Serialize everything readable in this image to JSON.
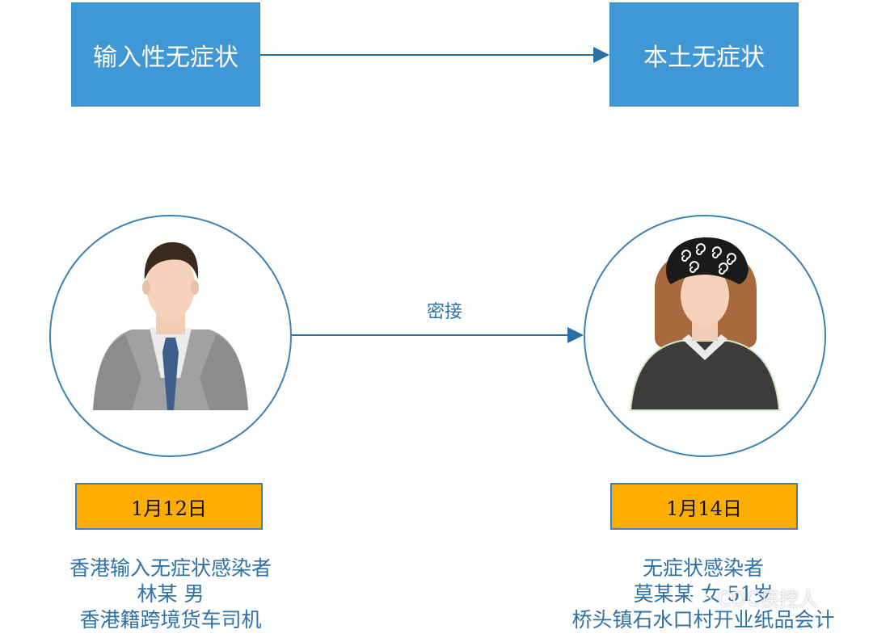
{
  "top": {
    "left_label": "输入性无症状",
    "right_label": "本土无症状"
  },
  "contact_label": "密接",
  "left_person": {
    "date": "1月12日",
    "lines": [
      "香港输入无症状感染者",
      "林某  男",
      "香港籍跨境货车司机"
    ]
  },
  "right_person": {
    "date": "1月14日",
    "lines": [
      "无症状感染者",
      "莫某某  女  51岁",
      "桥头镇石水口村开业纸品会计"
    ]
  },
  "watermark": "CDC疾控人",
  "colors": {
    "box_blue": "#3f97d6",
    "date_orange": "#ffad00",
    "line_blue": "#3a82b8",
    "text_blue": "#3072a8"
  }
}
